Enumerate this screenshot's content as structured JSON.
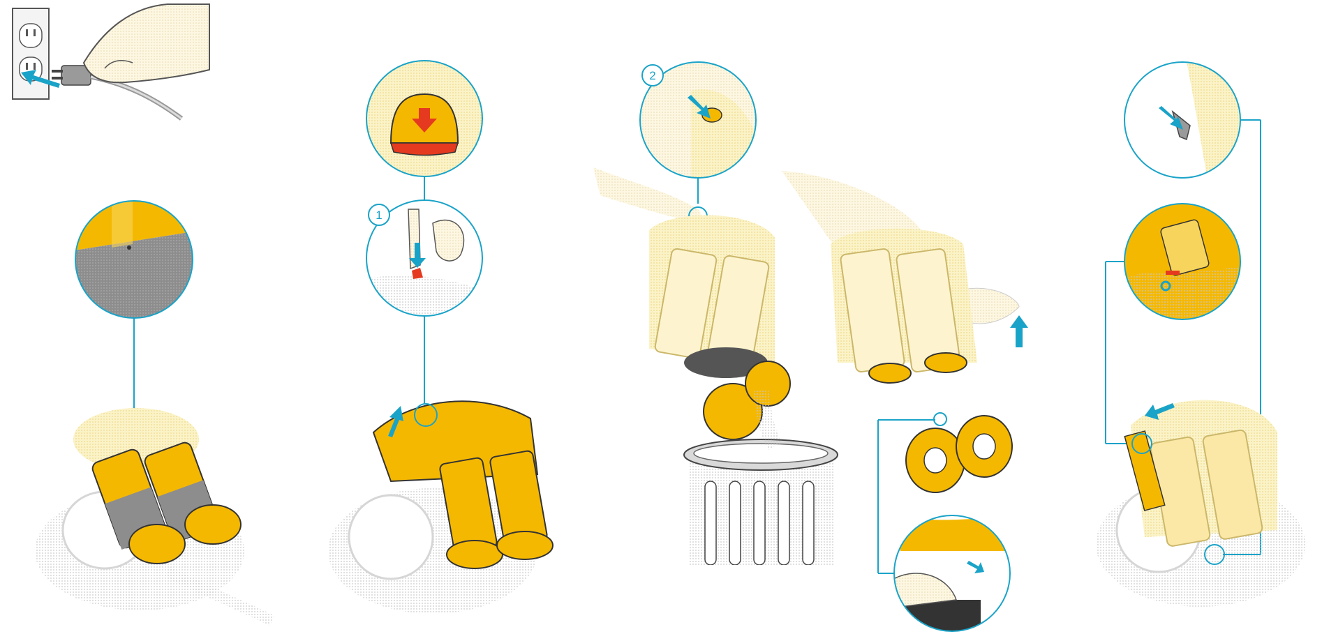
{
  "palette": {
    "accent": "#1aa3c8",
    "yellow": "#f5b800",
    "yellow_light": "#f7e39a",
    "pale": "#fbf3c8",
    "grey": "#8d8d8d",
    "red": "#e53a1f"
  },
  "steps": [
    {
      "id": "unplug",
      "label": ""
    },
    {
      "id": "check-max-line",
      "label": ""
    },
    {
      "id": "press-release-button",
      "label": "1"
    },
    {
      "id": "empty-bin",
      "label": "2"
    },
    {
      "id": "clean-base",
      "label": ""
    },
    {
      "id": "refit-bin",
      "label": ""
    }
  ],
  "icons": [
    "wall-socket-icon",
    "plug-icon",
    "hand-icon",
    "release-button-icon",
    "trash-can-icon",
    "arrow-icon"
  ]
}
